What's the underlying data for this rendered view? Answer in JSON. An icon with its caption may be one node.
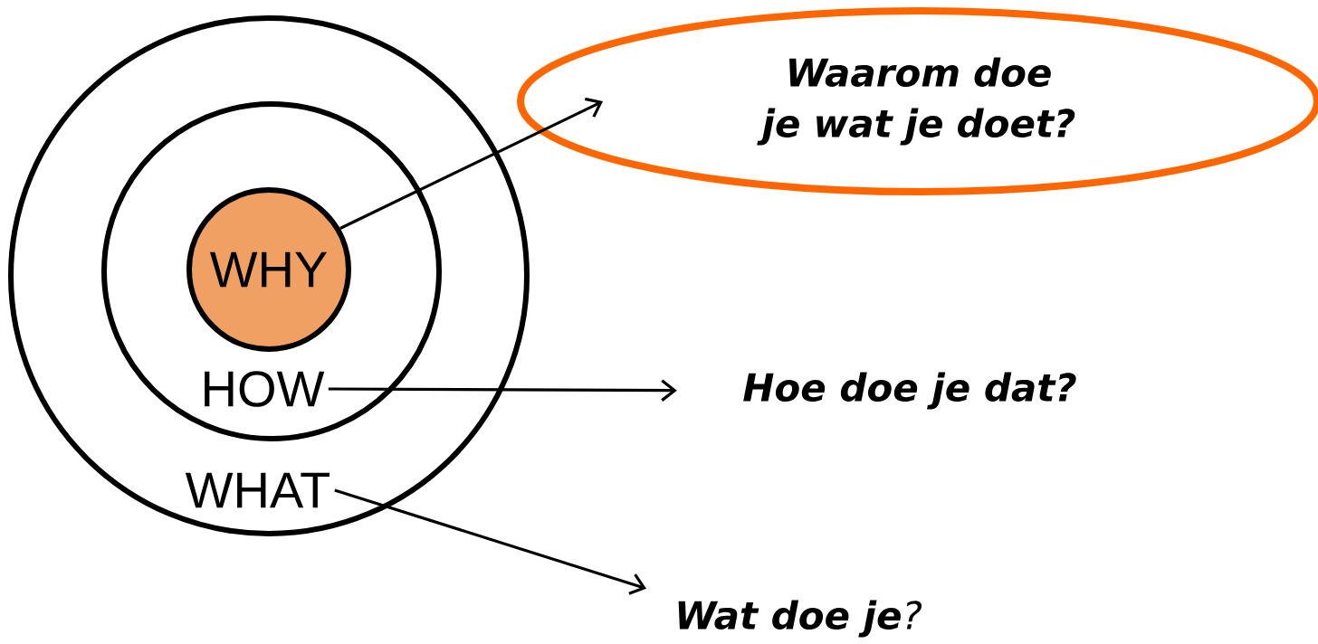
{
  "diagram": {
    "nodes": [
      {
        "text": [],
        "shape": "circle"
      },
      {
        "text": [],
        "shape": "circle",
        "in": 0
      },
      {
        "text": [
          "WHY"
        ],
        "in": 1
      },
      {
        "text": [
          "HOW"
        ],
        "in": 1
      },
      {
        "text": [
          "WHAT"
        ],
        "in": 0
      },
      {
        "text": [
          "Waarom doe je wat je doet?"
        ]
      },
      {
        "text": [
          "Hoe doe je dat?"
        ]
      },
      {
        "text": [
          "**Wat doe je**?"
        ]
      }
    ],
    "edges": [
      {
        "from": 2,
        "to": 5,
        "arrow": "to"
      },
      {
        "from": 3,
        "to": 6,
        "arrow": "to"
      },
      {
        "from": 4,
        "to": 7,
        "arrow": "to"
      }
    ]
  }
}
